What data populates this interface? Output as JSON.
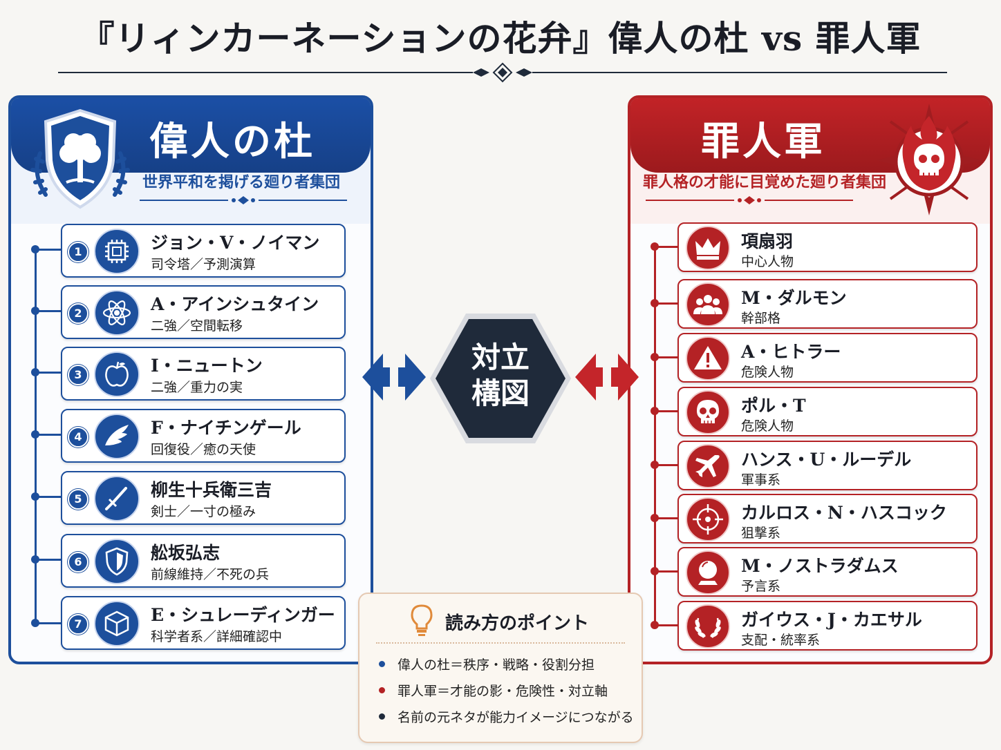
{
  "title": "『リィンカーネーションの花弁』偉人の杜 vs 罪人軍",
  "colors": {
    "blue": "#1d4f9c",
    "red": "#b42225",
    "navy": "#1f2a3a"
  },
  "left": {
    "name": "偉人の杜",
    "subtitle": "世界平和を掲げる廻り者集団",
    "emblem": "tree-shield-icon",
    "members": [
      {
        "num": "1",
        "name": "ジョン・V・ノイマン",
        "role": "司令塔／予測演算",
        "icon": "chip-icon"
      },
      {
        "num": "2",
        "name": "A・アインシュタイン",
        "role": "二強／空間転移",
        "icon": "atom-icon"
      },
      {
        "num": "3",
        "name": "I・ニュートン",
        "role": "二強／重力の実",
        "icon": "apple-icon"
      },
      {
        "num": "4",
        "name": "F・ナイチンゲール",
        "role": "回復役／癒の天使",
        "icon": "wing-icon"
      },
      {
        "num": "5",
        "name": "柳生十兵衛三吉",
        "role": "剣士／一寸の極み",
        "icon": "sword-icon"
      },
      {
        "num": "6",
        "name": "舩坂弘志",
        "role": "前線維持／不死の兵",
        "icon": "shield-icon"
      },
      {
        "num": "7",
        "name": "E・シュレーディンガー",
        "role": "科学者系／詳細確認中",
        "icon": "cube-icon"
      }
    ]
  },
  "right": {
    "name": "罪人軍",
    "subtitle": "罪人格の才能に目覚めた廻り者集団",
    "emblem": "flame-skull-icon",
    "members": [
      {
        "name": "項扇羽",
        "role": "中心人物",
        "icon": "crown-icon"
      },
      {
        "name": "M・ダルモン",
        "role": "幹部格",
        "icon": "group-icon"
      },
      {
        "name": "A・ヒトラー",
        "role": "危険人物",
        "icon": "warning-icon"
      },
      {
        "name": "ポル・T",
        "role": "危険人物",
        "icon": "skull-icon"
      },
      {
        "name": "ハンス・U・ルーデル",
        "role": "軍事系",
        "icon": "airplane-icon"
      },
      {
        "name": "カルロス・N・ハスコック",
        "role": "狙撃系",
        "icon": "crosshair-icon"
      },
      {
        "name": "M・ノストラダムス",
        "role": "予言系",
        "icon": "crystal-ball-icon"
      },
      {
        "name": "ガイウス・J・カエサル",
        "role": "支配・統率系",
        "icon": "laurel-icon"
      }
    ]
  },
  "center": {
    "line1": "対立",
    "line2": "構図"
  },
  "points": {
    "title": "読み方のポイント",
    "items": [
      {
        "text": "偉人の杜＝秩序・戦略・役割分担",
        "color": "#1d4f9c"
      },
      {
        "text": "罪人軍＝才能の影・危険性・対立軸",
        "color": "#b42225"
      },
      {
        "text": "名前の元ネタが能力イメージにつながる",
        "color": "#1f2a3a"
      }
    ]
  }
}
